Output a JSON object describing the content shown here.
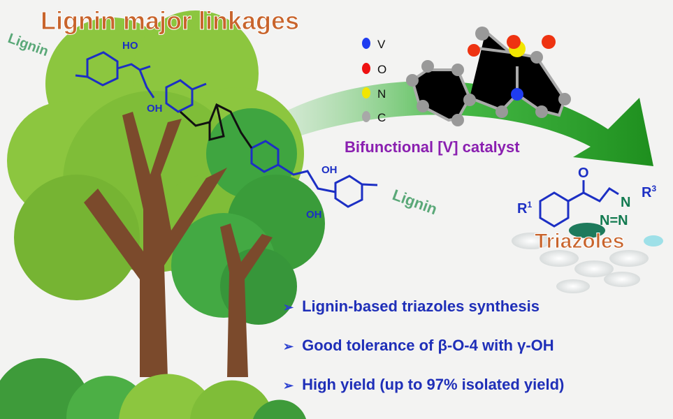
{
  "title": "Lignin major linkages",
  "lignin_label_left": "Lignin",
  "lignin_label_right": "Lignin",
  "structure_labels": {
    "ho": "HO",
    "oh1": "OH",
    "oh2": "OH",
    "oh3": "OH",
    "o": "O"
  },
  "legend": [
    {
      "label": "V",
      "color": "#1f3cf0"
    },
    {
      "label": "O",
      "color": "#ee1111"
    },
    {
      "label": "N",
      "color": "#f2e600"
    },
    {
      "label": "C",
      "color": "#a8a8a8"
    }
  ],
  "catalyst_label": "Bifunctional [V] catalyst",
  "product": {
    "r1": "R",
    "r1_sup": "1",
    "r3": "R",
    "r3_sup": "3",
    "o": "O",
    "n1": "N",
    "nn": "N=N",
    "name": "Triazoles"
  },
  "bullets": [
    {
      "marker": "➢",
      "text": "Lignin-based triazoles synthesis"
    },
    {
      "marker": "➢",
      "text": "Good tolerance of β-O-4 with γ-OH"
    },
    {
      "marker": "➢",
      "text": "High yield (up to 97% isolated yield)"
    }
  ],
  "colors": {
    "title": "#c8642c",
    "catalyst": "#8a1fb0",
    "bullet": "#1f2fb8",
    "lignin": "#5aa878",
    "structure": "#1c2fc4"
  }
}
